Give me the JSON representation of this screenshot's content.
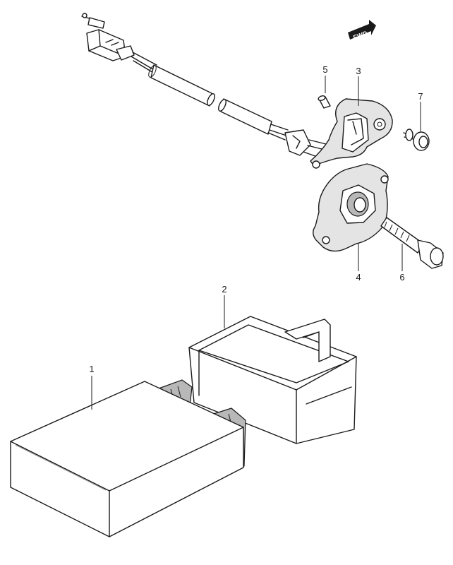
{
  "diagram": {
    "fwd_label": "FWD",
    "callouts": [
      {
        "id": "1",
        "label": "1"
      },
      {
        "id": "2",
        "label": "2"
      },
      {
        "id": "3",
        "label": "3"
      },
      {
        "id": "4",
        "label": "4"
      },
      {
        "id": "5",
        "label": "5"
      },
      {
        "id": "6",
        "label": "6"
      },
      {
        "id": "7",
        "label": "7"
      }
    ]
  }
}
